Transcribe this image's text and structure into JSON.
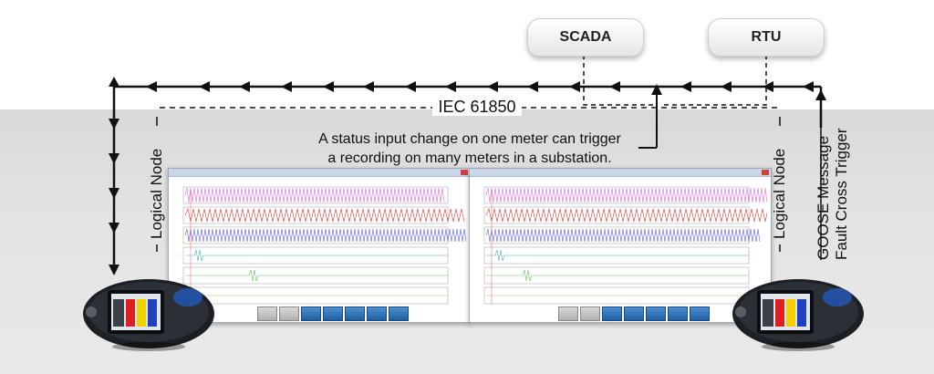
{
  "boxes": {
    "scada": "SCADA",
    "rtu": "RTU"
  },
  "bus": {
    "protocol": "IEC 61850"
  },
  "caption": {
    "line1": "A status input change on one meter can trigger",
    "line2": "a recording on many meters in a substation."
  },
  "labels": {
    "logical_node_left": "Logical Node",
    "logical_node_right": "Logical Node",
    "goose_line1": "GOOSE Message",
    "goose_line2": "Fault Cross Trigger"
  },
  "colors": {
    "background": "#ffffff",
    "band": "#dcdcdc",
    "bus_line": "#111111",
    "meter_screen_bars": [
      "#e02020",
      "#f0d000",
      "#2040c0"
    ],
    "waveforms": [
      "#d070d0",
      "#d04040",
      "#6060d0",
      "#40b0b0",
      "#60c060",
      "#e0a070"
    ]
  }
}
